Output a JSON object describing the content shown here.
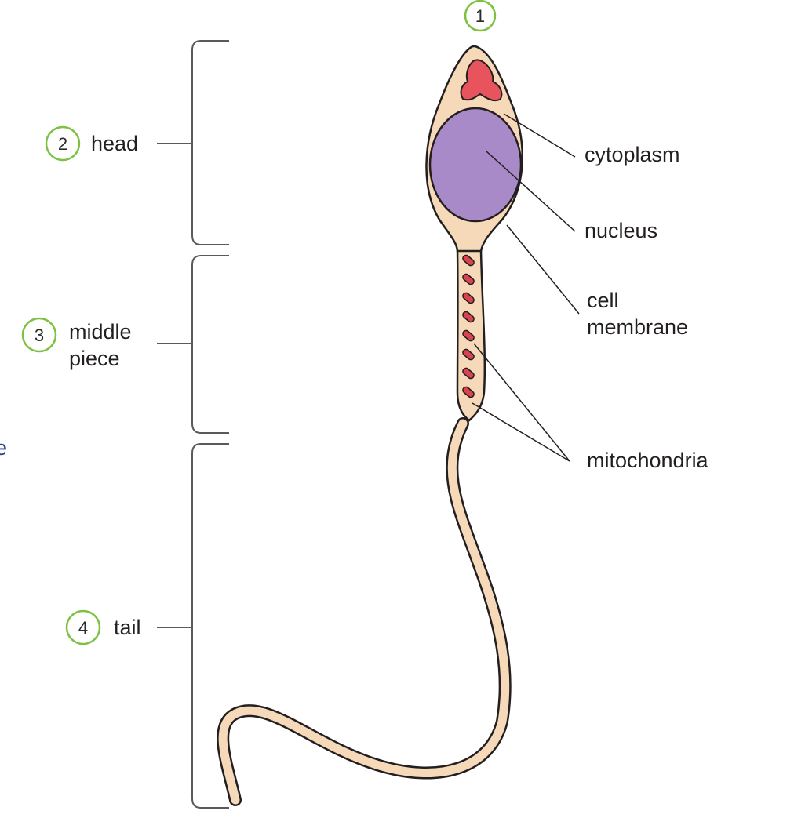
{
  "numbers": {
    "n1": "1",
    "n2": "2",
    "n3": "3",
    "n4": "4"
  },
  "regions": {
    "head": "head",
    "middle_line1": "middle",
    "middle_line2": "piece",
    "tail": "tail"
  },
  "parts": {
    "cytoplasm": "cytoplasm",
    "nucleus": "nucleus",
    "cell_membrane_line1": "cell",
    "cell_membrane_line2": "membrane",
    "mitochondria": "mitochondria"
  },
  "edge_fragment": "e",
  "colors": {
    "badge_green": "#7dc142",
    "cytoplasm": "#f6d9b8",
    "nucleus": "#a98ac8",
    "acrosome": "#e8545d",
    "mitochondria": "#d9434f",
    "outline": "#231f20"
  }
}
